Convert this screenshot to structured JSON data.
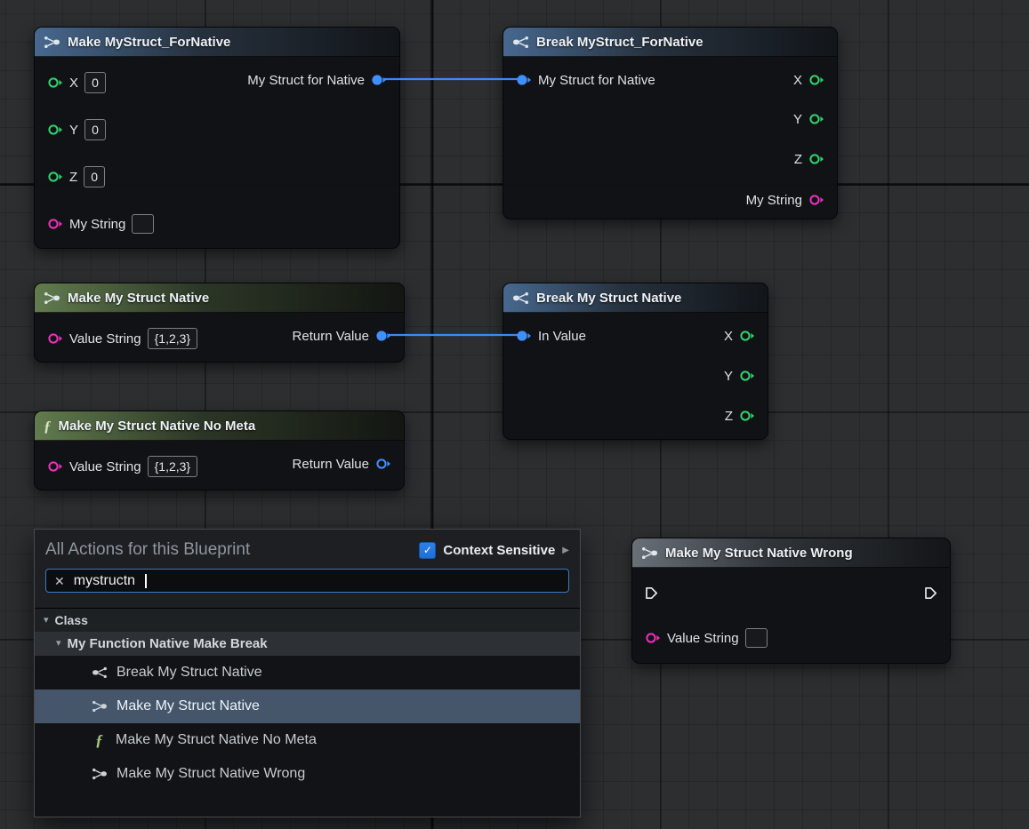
{
  "colors": {
    "pin_int": "#2fd36e",
    "pin_struct": "#3f8fff",
    "pin_string": "#ee2fbe",
    "pin_exec": "#e8e8e8",
    "wire": "#3f8fff",
    "header_blue": "#47688f",
    "header_green": "#617c4e",
    "header_gray": "#697077",
    "row_selected": "#45566b",
    "checkbox_blue": "#2e7fe8"
  },
  "icons": {
    "clear_glyph": "✕",
    "check_glyph": "✓",
    "expanded_glyph": "▾",
    "submenu_glyph": "▶",
    "function_glyph": "ƒ"
  },
  "nodes": {
    "make_fornative": {
      "title": "Make MyStruct_ForNative",
      "pins": {
        "x": {
          "label": "X",
          "value": "0"
        },
        "y": {
          "label": "Y",
          "value": "0"
        },
        "z": {
          "label": "Z",
          "value": "0"
        },
        "my_string": {
          "label": "My String",
          "value": ""
        },
        "out": {
          "label": "My Struct for Native"
        }
      }
    },
    "break_fornative": {
      "title": "Break MyStruct_ForNative",
      "pins": {
        "in": {
          "label": "My Struct for Native"
        },
        "x": {
          "label": "X"
        },
        "y": {
          "label": "Y"
        },
        "z": {
          "label": "Z"
        },
        "my_string": {
          "label": "My String"
        }
      }
    },
    "make_native": {
      "title": "Make My Struct Native",
      "pins": {
        "value_string": {
          "label": "Value String",
          "value": "{1,2,3}"
        },
        "return_value": {
          "label": "Return Value"
        }
      }
    },
    "break_native": {
      "title": "Break My Struct Native",
      "pins": {
        "in": {
          "label": "In Value"
        },
        "x": {
          "label": "X"
        },
        "y": {
          "label": "Y"
        },
        "z": {
          "label": "Z"
        }
      }
    },
    "make_native_no_meta": {
      "title": "Make My Struct Native No Meta",
      "pins": {
        "value_string": {
          "label": "Value String",
          "value": "{1,2,3}"
        },
        "return_value": {
          "label": "Return Value"
        }
      }
    },
    "make_native_wrong": {
      "title": "Make My Struct Native Wrong",
      "pins": {
        "value_string": {
          "label": "Value String",
          "value": ""
        }
      }
    }
  },
  "connections": [
    {
      "from": "Make MyStruct_ForNative.My Struct for Native",
      "to": "Break MyStruct_ForNative.My Struct for Native"
    },
    {
      "from": "Make My Struct Native.Return Value",
      "to": "Break My Struct Native.In Value"
    }
  ],
  "context_menu": {
    "title": "All Actions for this Blueprint",
    "context_sensitive": {
      "label": "Context Sensitive",
      "checked": true
    },
    "search": {
      "value": "mystructn"
    },
    "tree": {
      "category": "Class",
      "group": "My Function Native Make Break",
      "items": [
        {
          "label": "Break My Struct Native",
          "icon": "break-struct-icon",
          "selected": false
        },
        {
          "label": "Make My Struct Native",
          "icon": "make-struct-icon",
          "selected": true
        },
        {
          "label": "Make My Struct Native No Meta",
          "icon": "function-icon",
          "selected": false
        },
        {
          "label": "Make My Struct Native Wrong",
          "icon": "make-struct-icon",
          "selected": false
        }
      ]
    }
  }
}
